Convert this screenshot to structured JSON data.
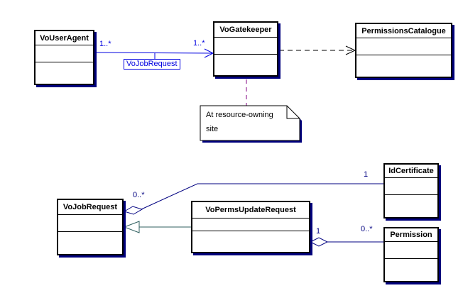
{
  "classes": {
    "voUserAgent": "VoUserAgent",
    "voGatekeeper": "VoGatekeeper",
    "permissionsCatalogue": "PermissionsCatalogue",
    "voJobRequest": "VoJobRequest",
    "voPermsUpdateRequest": "VoPermsUpdateRequest",
    "idCertificate": "IdCertificate",
    "permission": "Permission"
  },
  "note": {
    "lines": [
      "At resource-owning",
      "site"
    ]
  },
  "associations": {
    "userAgent_gatekeeper": {
      "type": "directed-association",
      "label": "VoJobRequest",
      "mult_source": "1..*",
      "mult_target": "1..*"
    },
    "gatekeeper_permissionsCatalogue": {
      "type": "dashed-dependency"
    },
    "jobRequest_idCertificate": {
      "type": "aggregation",
      "mult_source": "0..*",
      "mult_target": "1"
    },
    "permsUpdate_jobRequest": {
      "type": "generalization"
    },
    "permsUpdate_permission": {
      "type": "aggregation",
      "mult_source": "1",
      "mult_target": "0..*"
    }
  },
  "colors": {
    "background": "#ffffff",
    "box_border": "#000000",
    "box_shadow_navy": "#00007d",
    "association_blue": "#0000e0",
    "aggregation_navy": "#000080",
    "generalization_teal": "#2f5f5f",
    "dependency_black": "#000000",
    "note_connector_purple": "#800080"
  }
}
